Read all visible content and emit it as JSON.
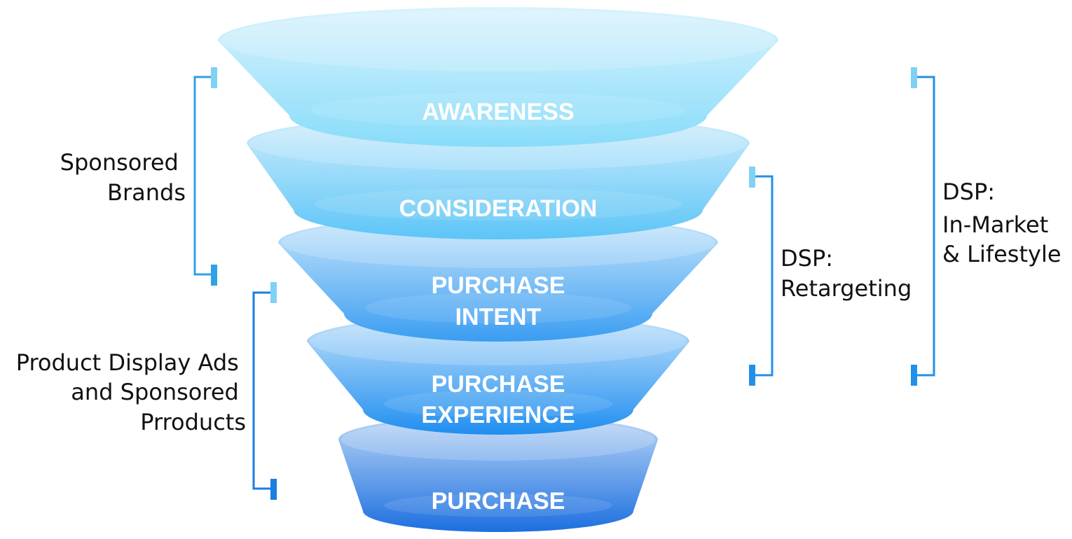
{
  "funnel": {
    "stages": [
      {
        "lines": [
          "AWARENESS"
        ],
        "top_color": "#daf3fd",
        "bottom_color": "#88dcfa"
      },
      {
        "lines": [
          "CONSIDERATION"
        ],
        "top_color": "#d2eefc",
        "bottom_color": "#5cc5f7"
      },
      {
        "lines": [
          "PURCHASE",
          "INTENT"
        ],
        "top_color": "#cbe8fb",
        "bottom_color": "#3a9df2"
      },
      {
        "lines": [
          "PURCHASE",
          "EXPERIENCE"
        ],
        "top_color": "#c3e3fb",
        "bottom_color": "#1f8ef0"
      },
      {
        "lines": [
          "PURCHASE"
        ],
        "top_color": "#bcd7f6",
        "bottom_color": "#1c6fe0"
      }
    ]
  },
  "brackets": [
    {
      "label_lines": [
        "Sponsored",
        "Brands"
      ],
      "color": "#2ea2e6"
    },
    {
      "label_lines": [
        "Product Display Ads",
        "and Sponsored",
        "Prroducts"
      ],
      "color": "#1a7ee0"
    },
    {
      "label_lines": [
        "DSP:",
        "Retargeting"
      ],
      "color": "#2290e8"
    },
    {
      "label_lines": [
        "DSP:",
        "In-Market",
        "& Lifestyle"
      ],
      "color": "#2290e8"
    }
  ]
}
